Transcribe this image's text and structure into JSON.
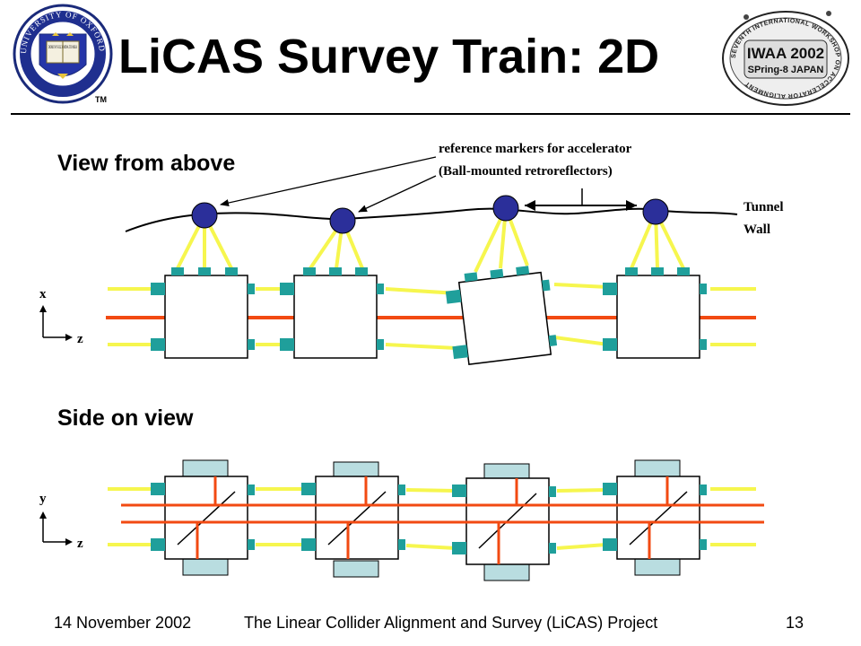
{
  "slide": {
    "title": "LiCAS Survey Train: 2D",
    "section_top": "View from above",
    "section_bottom": "Side on view",
    "annotation_line1": "reference markers for accelerator",
    "annotation_line2": "(Ball-mounted retroreflectors)",
    "tunnel_line1": "Tunnel",
    "tunnel_line2": "Wall",
    "axis_top_vertical": "x",
    "axis_top_horizontal": "z",
    "axis_bottom_vertical": "y",
    "axis_bottom_horizontal": "z"
  },
  "logos": {
    "oxford": {
      "ring_text": "UNIVERSITY OF OXFORD",
      "book_text": "DOMI NVS ILLV MINA TIO MEA",
      "trademark": "TM"
    },
    "iwaa": {
      "ring_text": "SEVENTH INTERNATIONAL WORKSHOP ON ACCELERATOR ALIGNMENT",
      "line1": "IWAA 2002",
      "line2": "SPring-8 JAPAN"
    }
  },
  "footer": {
    "date": "14 November 2002",
    "project": "The Linear Collider Alignment and Survey (LiCAS)  Project",
    "page": "13"
  },
  "colors": {
    "beam_orange": "#f24a12",
    "yellow": "#f6f64e",
    "teal": "#1f9f9b",
    "navy": "#2b2f9a",
    "light_blue": "#b9dde0"
  }
}
